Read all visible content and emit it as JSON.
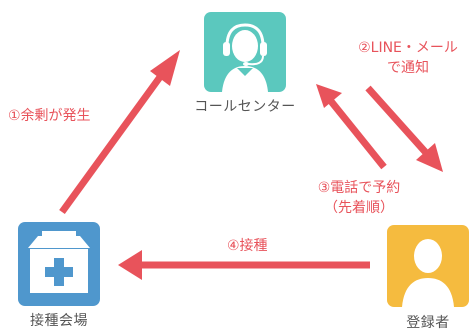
{
  "nodes": {
    "call_center": {
      "label": "コールセンター",
      "icon": "headset-operator-icon",
      "color": "#5bc8be"
    },
    "venue": {
      "label": "接種会場",
      "icon": "hospital-building-icon",
      "color": "#4f97cd"
    },
    "registrant": {
      "label": "登録者",
      "icon": "person-silhouette-icon",
      "color": "#f5bb3f"
    }
  },
  "steps": {
    "step1": "①余剰が発生",
    "step2_line1": "②LINE・メール",
    "step2_line2": "で通知",
    "step3_line1": "③電話で予約",
    "step3_line2": "（先着順）",
    "step4": "④接種"
  },
  "colors": {
    "arrow": "#e8535b",
    "label_text": "#555555"
  }
}
